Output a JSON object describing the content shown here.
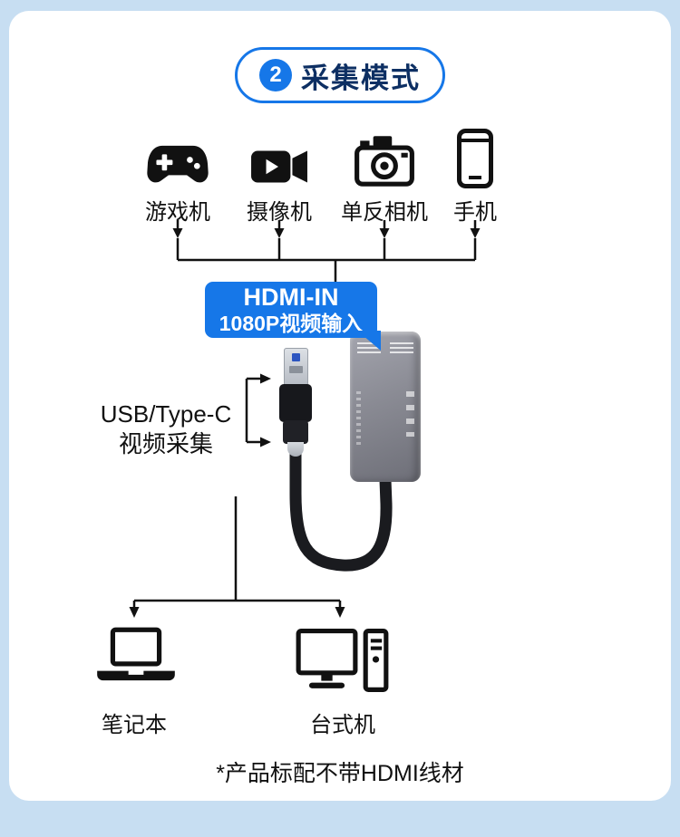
{
  "page": {
    "colors": {
      "background": "#c7def2",
      "card": "#ffffff",
      "accent": "#1677e8",
      "ink": "#111111",
      "title_ink": "#0d2f63"
    }
  },
  "badge": {
    "number": "2",
    "title": "采集模式"
  },
  "sources": [
    {
      "label": "游戏机",
      "icon": "gamepad-icon"
    },
    {
      "label": "摄像机",
      "icon": "video-camera-icon"
    },
    {
      "label": "单反相机",
      "icon": "dslr-camera-icon"
    },
    {
      "label": "手机",
      "icon": "phone-icon"
    }
  ],
  "hdmi_in": {
    "line1": "HDMI-IN",
    "line2": "1080P视频输入"
  },
  "usb_capture": {
    "line1": "USB/Type-C",
    "line2": "视频采集"
  },
  "outputs": [
    {
      "label": "笔记本",
      "icon": "laptop-icon"
    },
    {
      "label": "台式机",
      "icon": "desktop-icon"
    }
  ],
  "footnote": "*产品标配不带HDMI线材"
}
